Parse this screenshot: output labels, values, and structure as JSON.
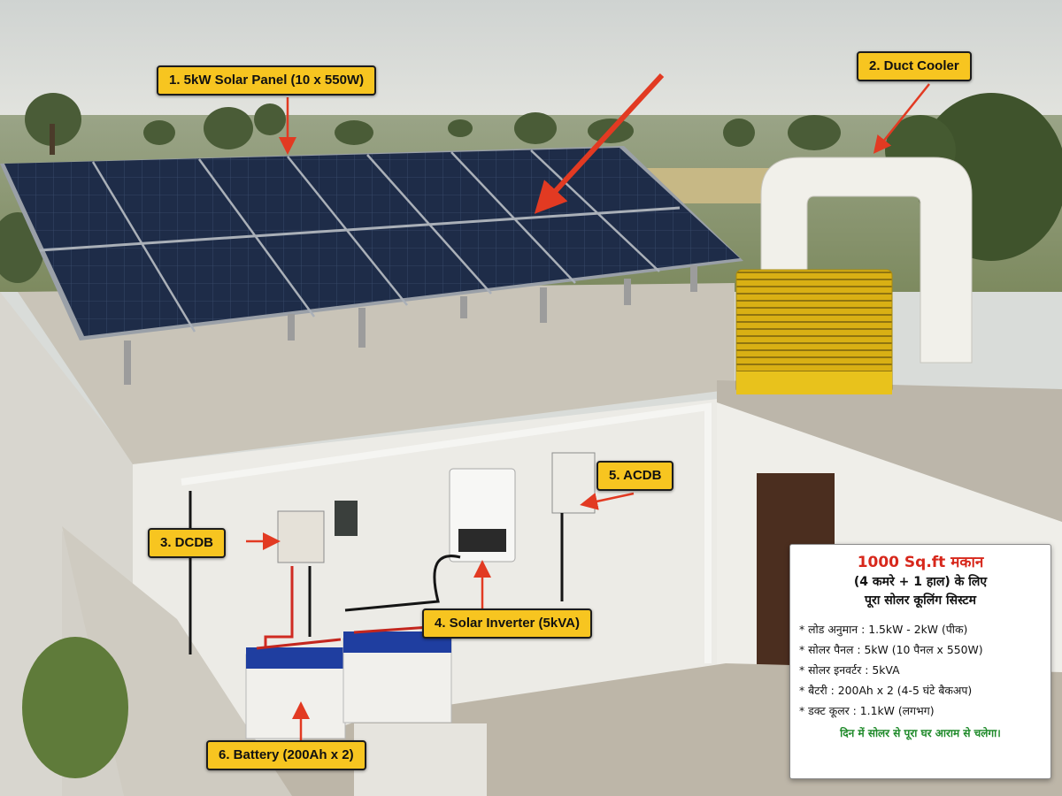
{
  "labels": {
    "solar_panel": "1. 5kW Solar Panel (10 x 550W)",
    "duct_cooler": "2. Duct Cooler",
    "dcdb": "3. DCDB",
    "inverter": "4. Solar Inverter (5kVA)",
    "acdb": "5. ACDB",
    "battery": "6. Battery (200Ah x 2)"
  },
  "info_box": {
    "title": "1000 Sq.ft मकान",
    "subtitle_line1": "(4 कमरे + 1 हाल) के लिए",
    "subtitle_line2": "पूरा सोलर कूलिंग सिस्टम",
    "items": [
      "लोड अनुमान : 1.5kW - 2kW (पीक)",
      "सोलर पैनल : 5kW (10 पैनल x 550W)",
      "सोलर इनवर्टर : 5kVA",
      "बैटरी : 200Ah x 2 (4-5 घंटे बैकअप)",
      "डक्ट कूलर : 1.1kW (लगभग)"
    ],
    "footer": "दिन में सोलर से पूरा घर आराम से चलेगा।"
  },
  "colors": {
    "callout_bg": "#f7c520",
    "arrow_red": "#e23a22",
    "title_red": "#d7281c",
    "footer_green": "#1f8a2a",
    "panel_blue": "#1b2a44",
    "cooler_yellow": "#e8c21c",
    "wall_white": "#ecebe6"
  },
  "icons": {
    "pointer_arrow": "red-arrow-icon"
  }
}
